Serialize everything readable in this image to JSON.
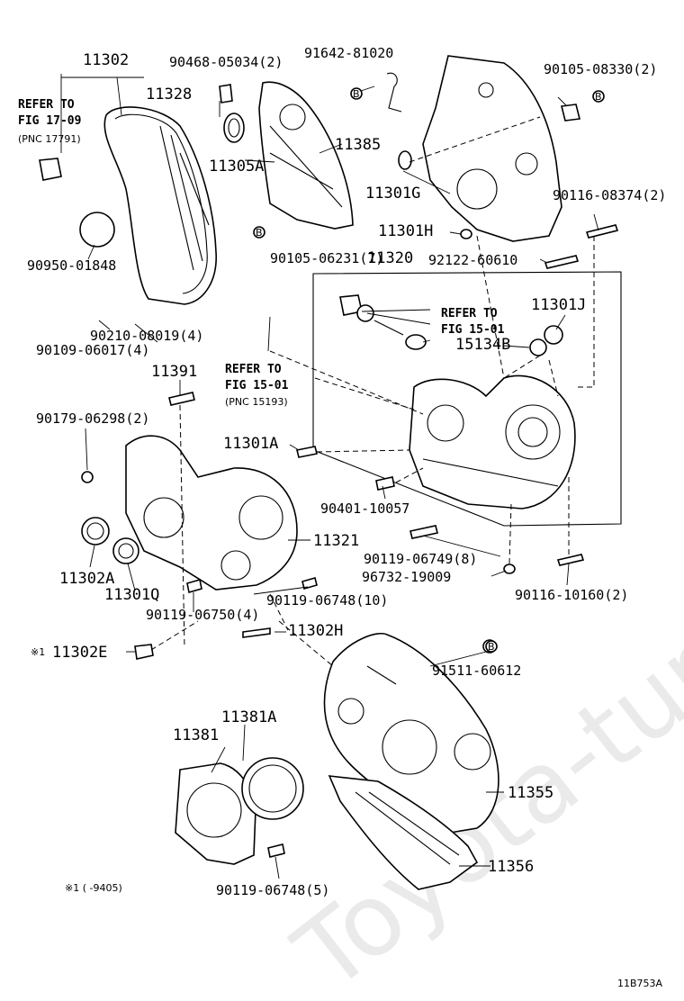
{
  "watermark": "Toyota-tune.ru",
  "figure_code": "11B753A",
  "footnote": "※1 (      -9405)",
  "callout_labels": {
    "p11302": "11302",
    "p11328": "11328",
    "p90468": "90468-05034(2)",
    "p91642": "91642-81020",
    "p90105_08330": "90105-08330(2)",
    "p11385": "11385",
    "p11305a": "11305A",
    "p11301g": "11301G",
    "p90116_08374": "90116-08374(2)",
    "p11301h": "11301H",
    "p90105_06231": "90105-06231(7)",
    "p11320": "11320",
    "p92122": "92122-60610",
    "p90950": "90950-01848",
    "p90210": "90210-08019(4)",
    "p90109": "90109-06017(4)",
    "p11301j": "11301J",
    "p15134b": "15134B",
    "p11391": "11391",
    "p90179": "90179-06298(2)",
    "p11301a": "11301A",
    "p90401": "90401-10057",
    "p90119_06749": "90119-06749(8)",
    "p96732": "96732-19009",
    "p11321": "11321",
    "p11302a": "11302A",
    "p11301q": "11301Q",
    "p90116_10160": "90116-10160(2)",
    "p90119_06748_10": "90119-06748(10)",
    "p90119_06750": "90119-06750(4)",
    "p11302h": "11302H",
    "p11302e": "11302E",
    "p91511": "91511-60612",
    "p11381a": "11381A",
    "p11381": "11381",
    "p11355": "11355",
    "p11356": "11356",
    "p90119_06748_5": "90119-06748(5)"
  },
  "refer_notes": {
    "fig17_line1": "REFER TO",
    "fig17_line2": "FIG 17-09",
    "fig17_line3": "(PNC 17791)",
    "fig15a_line1": "REFER TO",
    "fig15a_line2": "FIG 15-01",
    "fig15b_line1": "REFER TO",
    "fig15b_line2": "FIG 15-01",
    "fig15b_line3": "(PNC 15193)"
  },
  "markers": {
    "note1": "※1",
    "b": "B"
  }
}
